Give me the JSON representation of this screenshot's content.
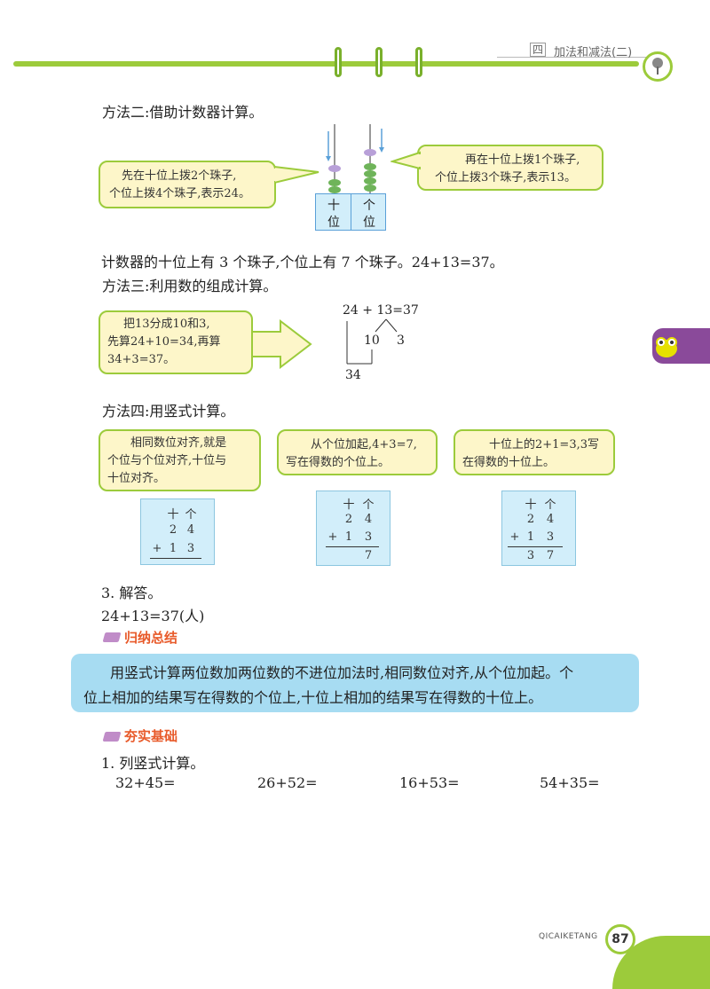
{
  "header": {
    "chapter": "四",
    "title": "加法和减法(二)"
  },
  "method2": {
    "title": "方法二:借助计数器计算。",
    "left_bubble": [
      "先在十位上拨2个珠子,",
      "个位上拨4个珠子,表示24。"
    ],
    "right_bubble": [
      "再在十位上拨1个珠子,",
      "个位上拨3个珠子,表示13。"
    ],
    "abacus_labels": {
      "tens": "十",
      "tens2": "位",
      "ones": "个",
      "ones2": "位"
    },
    "result": "计数器的十位上有 3 个珠子,个位上有 7 个珠子。24+13=37。"
  },
  "method3": {
    "title": "方法三:利用数的组成计算。",
    "bubble": [
      "把13分成10和3,",
      "先算24+10=34,再算",
      "34+3=37。"
    ],
    "eq": "24 + 13=37",
    "split_a": "10",
    "split_b": "3",
    "partial": "34"
  },
  "method4": {
    "title": "方法四:用竖式计算。",
    "bubble1": [
      "相同数位对齐,就是",
      "个位与个位对齐,十位与",
      "十位对齐。"
    ],
    "bubble2": [
      "从个位加起,4+3=7,",
      "写在得数的个位上。"
    ],
    "bubble3": [
      "十位上的2+1=3,3写",
      "在得数的十位上。"
    ],
    "col_tens": "十",
    "col_ones": "个",
    "d1": "2",
    "d2": "4",
    "plus": "+",
    "d3": "1",
    "d4": "3",
    "r_ones": "7",
    "r_tens": "3"
  },
  "answer": {
    "title": "3. 解答。",
    "line": "24+13=37(人)"
  },
  "summary": {
    "heading": "归纳总结",
    "lines": [
      "用竖式计算两位数加两位数的不进位加法时,相同数位对齐,从个位加起。个",
      "位上相加的结果写在得数的个位上,十位上相加的结果写在得数的十位上。"
    ]
  },
  "practice": {
    "heading": "夯实基础",
    "task": "1. 列竖式计算。",
    "items": [
      "32+45=",
      "26+52=",
      "16+53=",
      "54+35="
    ]
  },
  "footer": {
    "publisher": "QICAIKETANG",
    "page": "87"
  },
  "colors": {
    "green": "#9ccb3b",
    "purple": "#8a4a9a",
    "blue_box": "#d2eefa",
    "bubble": "#fdf6c9",
    "summary": "#a7dcf2"
  }
}
